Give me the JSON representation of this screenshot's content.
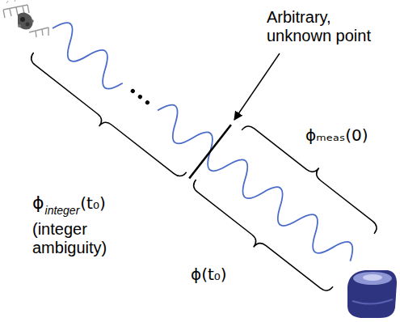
{
  "diagram": {
    "labels": [
      "Arbitrary, unknown point",
      "ϕ",
      "integer",
      "(t₀)",
      "(integer ambiguity)",
      "ϕₘₑₐₛ(0)",
      "ϕ(t₀)"
    ]
  }
}
